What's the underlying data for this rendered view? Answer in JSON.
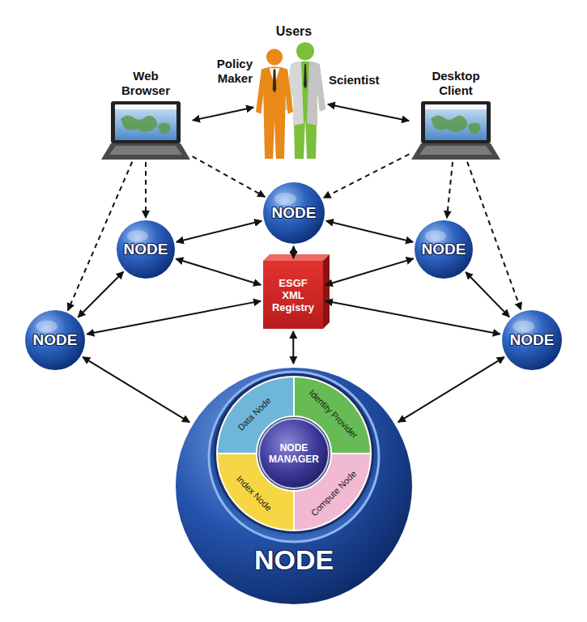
{
  "diagram": {
    "nodes": [
      {
        "text": [
          "Web Browser"
        ]
      },
      {
        "text": [
          "Policy Maker"
        ]
      },
      {
        "text": [
          "Scientist"
        ]
      },
      {
        "text": [
          "Desktop Client"
        ]
      },
      {
        "text": [
          "NODE"
        ]
      },
      {
        "text": [
          "NODE"
        ]
      },
      {
        "text": [
          "ESGF XML Registry"
        ]
      },
      {
        "text": [
          "NODE"
        ]
      },
      {
        "text": [
          "NODE"
        ]
      },
      {
        "text": [
          "NODE"
        ]
      },
      {
        "text": [
          "NODE"
        ]
      },
      {
        "text": [
          "NODE MANAGER"
        ],
        "in": 10
      },
      {
        "text": [
          "Data Node"
        ],
        "in": 10
      },
      {
        "text": [
          "Identity Provider"
        ],
        "in": 10
      },
      {
        "text": [
          "Index Node"
        ],
        "in": 10
      },
      {
        "text": [
          "Compute Node"
        ],
        "in": 10
      }
    ],
    "edges": [
      {
        "from": 0,
        "to": 1,
        "arrow": "both"
      },
      {
        "from": 2,
        "to": 3,
        "arrow": "both"
      },
      {
        "from": 0,
        "to": 4,
        "arrow": "to"
      },
      {
        "from": 0,
        "to": 5,
        "arrow": "to"
      },
      {
        "from": 0,
        "to": 8,
        "arrow": "to"
      },
      {
        "from": 3,
        "to": 4,
        "arrow": "to"
      },
      {
        "from": 3,
        "to": 7,
        "arrow": "to"
      },
      {
        "from": 3,
        "to": 9,
        "arrow": "to"
      },
      {
        "from": 4,
        "to": 5,
        "arrow": "both"
      },
      {
        "from": 4,
        "to": 7,
        "arrow": "both"
      },
      {
        "from": 4,
        "to": 6,
        "arrow": "both"
      },
      {
        "from": 5,
        "to": 6,
        "arrow": "both"
      },
      {
        "from": 7,
        "to": 6,
        "arrow": "both"
      },
      {
        "from": 5,
        "to": 8,
        "arrow": "both"
      },
      {
        "from": 7,
        "to": 9,
        "arrow": "both"
      },
      {
        "from": 8,
        "to": 6,
        "arrow": "both"
      },
      {
        "from": 9,
        "to": 6,
        "arrow": "both"
      },
      {
        "from": 6,
        "to": 10,
        "arrow": "both"
      },
      {
        "from": 8,
        "to": 10,
        "arrow": "both"
      },
      {
        "from": 9,
        "to": 10,
        "arrow": "both"
      }
    ],
    "labels": [
      "Users"
    ]
  }
}
